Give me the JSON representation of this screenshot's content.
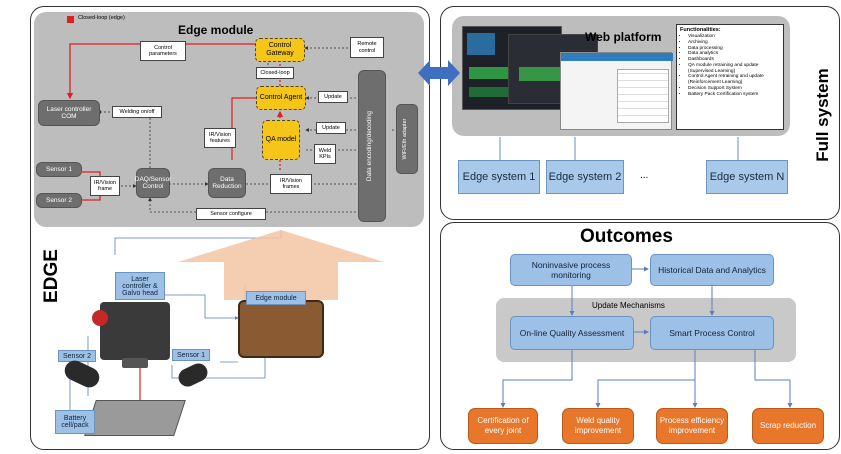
{
  "edge": {
    "title": "Edge module",
    "legend": "Closed-loop (edge)",
    "side_label": "EDGE",
    "laser_controller_com": "Laser controller COM",
    "sensor1": "Sensor 1",
    "sensor2": "Sensor 2",
    "control_parameters": "Control parameters",
    "control_gateway": "Control Gateway",
    "remote_control": "Remote control",
    "closed_loop": "Closed-loop",
    "control_agent": "Control Agent",
    "update1": "Update",
    "welding_onoff": "Welding on/off",
    "ir_vision_features": "IR/Vision features",
    "qa_model": "QA model",
    "update2": "Update",
    "weld_kpis": "Weld KPIs",
    "ir_vision_frame": "IR/Vision frame",
    "daq_sensor_control": "DAQ/Sensor Control",
    "data_reduction": "Data Reduction",
    "ir_vision_frames": "IR/Vision frames",
    "data_encoding": "Data encoding/decoding",
    "wifi_eth": "WiFi/Eth adapter",
    "sensor_configure": "Sensor configure"
  },
  "hardware": {
    "laser_galvo": "Laser controller & Galvo head",
    "edge_module": "Edge module",
    "sensor2": "Sensor 2",
    "sensor1": "Sensor 1",
    "battery": "Battery cell/pack"
  },
  "full_system": {
    "side_label": "Full system",
    "web_platform": "Web platform",
    "functionalities_title": "Functionalities:",
    "functionalities": [
      "Visualization",
      "Archiving",
      "Data processing",
      "Data analytics",
      "Dashboards",
      "QA module retraining and update (Supervised Learning)",
      "Control Agent retraining and update (Reinforcement Learning)",
      "Decision Support System",
      "Battery Pack Certification system"
    ],
    "edge_systems": [
      "Edge system 1",
      "Edge system 2",
      "Edge system N"
    ],
    "ellipsis": "..."
  },
  "outcomes": {
    "title": "Outcomes",
    "noninvasive": "Noninvasive process monitoring",
    "historical": "Historical Data and Analytics",
    "update_mechanisms": "Update Mechanisms",
    "online_quality": "On-line Quality Assessment",
    "smart_control": "Smart Process Control",
    "results": [
      "Certification of every joint",
      "Weld quality improvement",
      "Process efficiency improvement",
      "Scrap reduction"
    ]
  },
  "colors": {
    "edge_gray": "#bdbdbd",
    "gateway_yellow": "#f5c518",
    "closed_loop_red": "#e02020",
    "outcome_orange": "#e8772c",
    "edge_blue": "#a9c9ea",
    "connector_blue": "#3f6fc0"
  }
}
